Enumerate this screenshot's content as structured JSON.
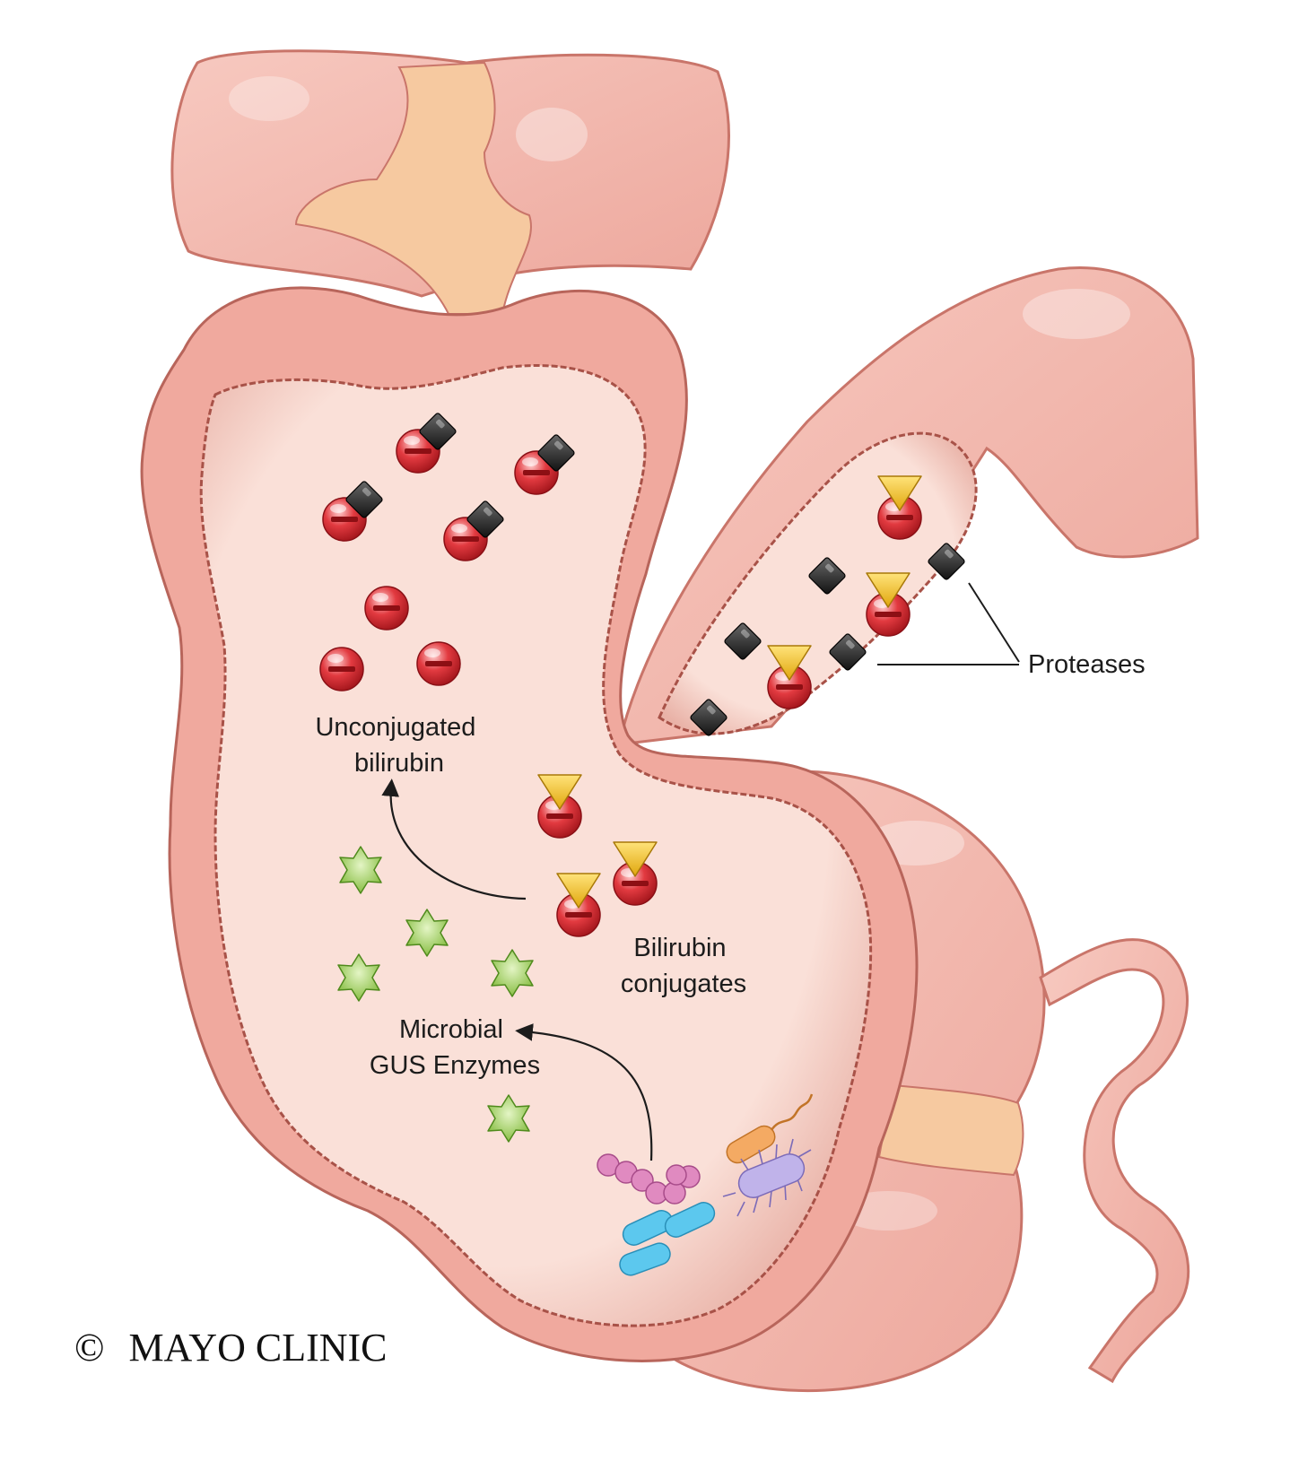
{
  "labels": {
    "unconjugated_line1": "Unconjugated",
    "unconjugated_line2": "bilirubin",
    "conjugates_line1": "Bilirubin",
    "conjugates_line2": "conjugates",
    "gus_line1": "Microbial",
    "gus_line2": "GUS Enzymes",
    "proteases": "Proteases"
  },
  "credit": {
    "copyright": "©",
    "name": "MAYO CLINIC"
  },
  "colors": {
    "tissue": "#f2b8ae",
    "tissue_dark": "#c9756a",
    "lumen": "#f9ddd5",
    "fat_band": "#f6c9a0",
    "bilirubin_red": "#d9212b",
    "conjugate_gold": "#f1c21b",
    "protease_black": "#2b2b2b",
    "gus_green": "#8cc63f",
    "bacteria_pink": "#d57ab6",
    "bacteria_orange": "#f2a25a",
    "bacteria_purple": "#b4a6e0",
    "bacteria_blue": "#4fc3ea"
  },
  "icons": [
    "unconjugated-bilirubin-icon",
    "bilirubin-conjugate-icon",
    "protease-icon",
    "gus-enzyme-icon",
    "bacteria-icon"
  ]
}
